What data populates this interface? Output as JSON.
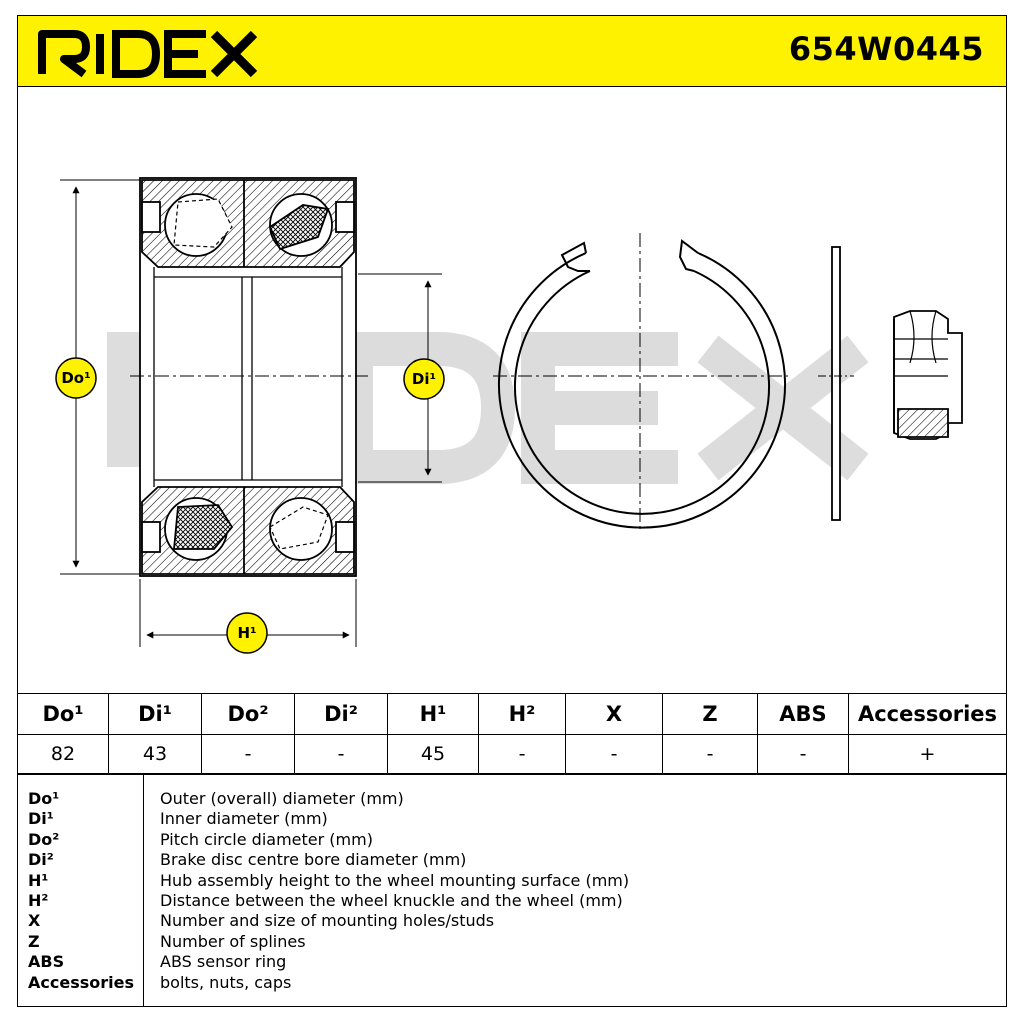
{
  "header": {
    "brand": "RIDEX",
    "part_number": "654W0445",
    "background_color": "#fff200"
  },
  "diagram": {
    "watermark": "RIDEX",
    "labels": {
      "outer_diameter": "Do¹",
      "inner_diameter": "Di¹",
      "height": "H¹"
    },
    "badge_color": "#fff200",
    "components": [
      "wheel-bearing-cross-section",
      "circlip-ring",
      "circlip-side-profile",
      "hub-nut"
    ]
  },
  "specs": {
    "headers": [
      "Do¹",
      "Di¹",
      "Do²",
      "Di²",
      "H¹",
      "H²",
      "X",
      "Z",
      "ABS",
      "Accessories"
    ],
    "values": [
      "82",
      "43",
      "-",
      "-",
      "45",
      "-",
      "-",
      "-",
      "-",
      "+"
    ]
  },
  "legend": [
    {
      "key": "Do¹",
      "text": "Outer (overall) diameter (mm)"
    },
    {
      "key": "Di¹",
      "text": "Inner diameter (mm)"
    },
    {
      "key": "Do²",
      "text": "Pitch circle diameter (mm)"
    },
    {
      "key": "Di²",
      "text": "Brake disc centre bore diameter (mm)"
    },
    {
      "key": "H¹",
      "text": "Hub assembly height to the wheel mounting surface (mm)"
    },
    {
      "key": "H²",
      "text": "Distance between the wheel knuckle and the wheel (mm)"
    },
    {
      "key": "X",
      "text": "Number and size of mounting holes/studs"
    },
    {
      "key": "Z",
      "text": "Number of splines"
    },
    {
      "key": "ABS",
      "text": "ABS sensor ring"
    },
    {
      "key": "Accessories",
      "text": "bolts, nuts, caps"
    }
  ]
}
